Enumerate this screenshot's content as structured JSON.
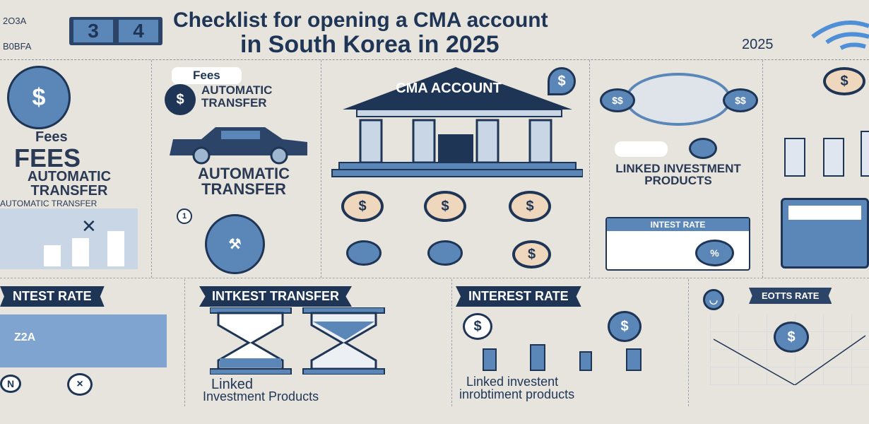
{
  "header": {
    "title_line1": "Checklist for opening a CMA account",
    "title_line2": "in South Korea in 2025",
    "left_labels": [
      "2O3A",
      "B0BFA"
    ],
    "calendar_digits": [
      "3",
      "4"
    ],
    "year_badge": "2025",
    "wifi_icon": "wifi-icon"
  },
  "panels_top": {
    "fees": {
      "heading_small": "Fees",
      "heading_big": "FEES",
      "subtitle": "AUTOMATIC TRANSFER",
      "strip": "AUTOMATIC TRANSFER"
    },
    "auto_transfer": {
      "pill": "Fees",
      "label": "AUTOMATIC TRANSFER",
      "big_label": "AUTOMATIC TRANSFER",
      "step": "1"
    },
    "cma": {
      "roof_text": "CMA ACCOUNT",
      "coin_symbol": "$"
    },
    "linked": {
      "label": "LINKED INVESTMENT PRODUCTS",
      "card_title": "INTEST RATE",
      "coin_left": "$$",
      "coin_right": "$$"
    }
  },
  "panels_bottom": {
    "interest_rate_left": {
      "ribbon": "NTEST RATE",
      "card_value": "Z2A"
    },
    "interest_transfer": {
      "ribbon": "INTKEST TRANSFER",
      "caption_line1": "Linked",
      "caption_line2": "Investment Products"
    },
    "interest_rate_mid": {
      "ribbon": "INTEREST RATE",
      "caption_line1": "Linked investent",
      "caption_line2": "inrobtiment products"
    },
    "rates_right": {
      "ribbon": "EOTTS RATE"
    }
  },
  "colors": {
    "navy": "#1f3556",
    "blue": "#5b86b8",
    "tan": "#efd7bd",
    "background": "#e7e4de"
  }
}
